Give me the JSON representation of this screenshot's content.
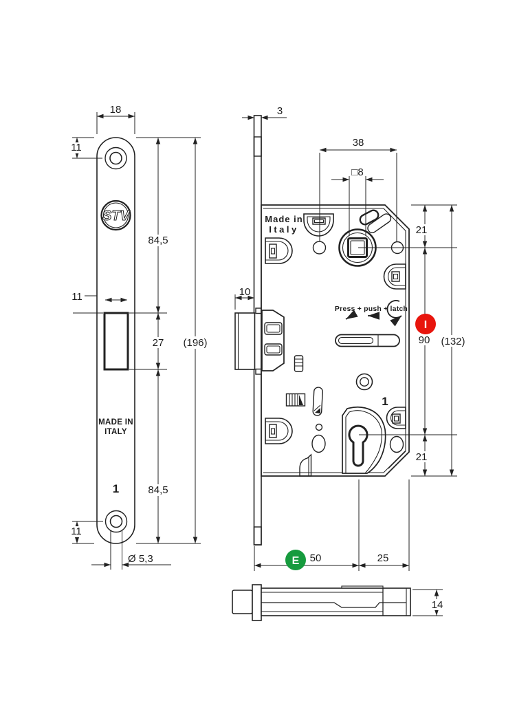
{
  "front_view": {
    "width_dim": "18",
    "hole_top_offset": "11",
    "upper_length": "84,5",
    "window_width": "11",
    "window_height": "27",
    "overall_length": "(196)",
    "lower_length": "84,5",
    "hole_bottom_offset": "11",
    "hole_diameter": "Ø 5,3",
    "logo": "STV",
    "made_in_line1": "MADE IN",
    "made_in_line2": "ITALY",
    "mark": "1"
  },
  "case_view": {
    "plate_thickness": "3",
    "hole_spacing": "38",
    "spindle_square": "□8",
    "top_margin": "21",
    "centers_distance": "90",
    "overall_height": "(132)",
    "bottom_margin": "21",
    "latch_projection": "10",
    "backset": "50",
    "rear_depth": "25",
    "made_in_line1": "Made in",
    "made_in_line2": "Italy",
    "instruction": "Press + push + latch",
    "mark": "1"
  },
  "badges": {
    "interior": {
      "label": "I",
      "color": "#e8150d"
    },
    "exterior": {
      "label": "E",
      "color": "#169b3e"
    }
  },
  "edge_view": {
    "thickness": "14"
  }
}
